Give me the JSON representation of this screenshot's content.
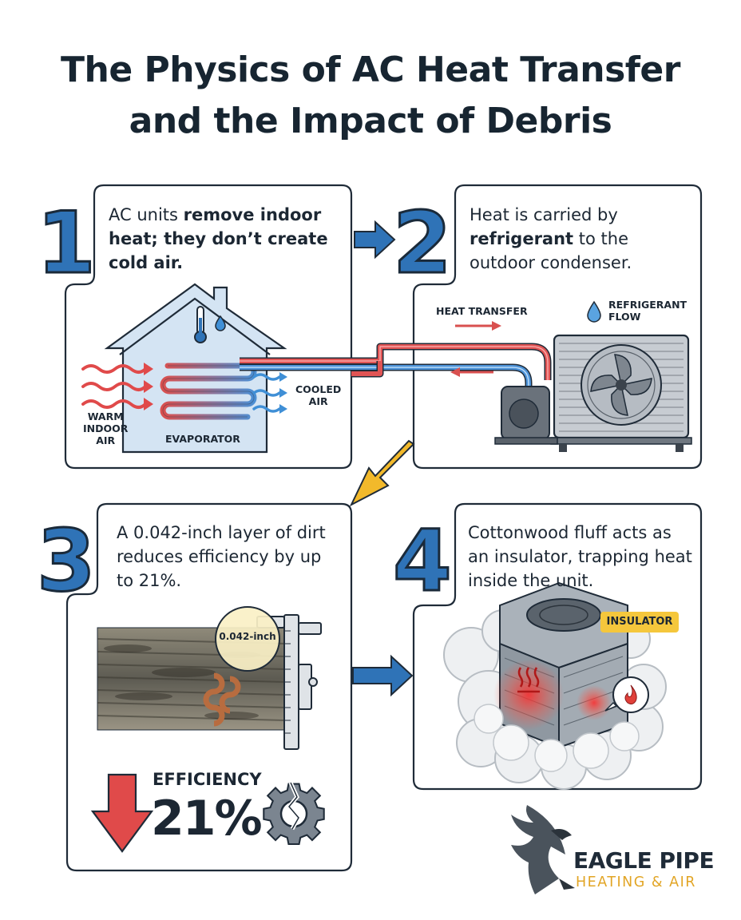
{
  "title": {
    "line1": "The Physics of AC Heat Transfer",
    "line2": "and the Impact of Debris"
  },
  "steps": [
    {
      "number": "1",
      "text_pre": "AC units ",
      "text_bold": "remove indoor heat; they don’t create cold air.",
      "text_post": ""
    },
    {
      "number": "2",
      "text_pre": "Heat is carried by ",
      "text_bold": "refrigerant",
      "text_post": " to the outdoor condenser."
    },
    {
      "number": "3",
      "text": "A 0.042-inch layer of dirt reduces efficiency by up to 21%."
    },
    {
      "number": "4",
      "text": "Cottonwood fluff acts as an insulator, trapping heat inside the unit."
    }
  ],
  "labels": {
    "warm_indoor_air": [
      "WARM",
      "INDOOR",
      "AIR"
    ],
    "evaporator": "EVAPORATOR",
    "cooled_air": [
      "COOLED",
      "AIR"
    ],
    "heat_transfer": "HEAT TRANSFER",
    "refrigerant_flow": [
      "REFRIGERANT",
      "FLOW"
    ],
    "measurement": "0.042-inch",
    "efficiency_label": "EFFICIENCY",
    "efficiency_value": "21%",
    "insulator": "INSULATOR"
  },
  "brand": {
    "name": "EAGLE PIPE",
    "tagline": "HEATING & AIR"
  },
  "colors": {
    "accent_blue": "#2f73b7",
    "warm_red": "#e04a4a",
    "cool_blue": "#3f8fd6",
    "arrow_yellow": "#f2b92b",
    "tag_yellow": "#f5c73c",
    "brand_gold": "#e2a525"
  },
  "icons": [
    "thermometer-icon",
    "water-drop-icon",
    "fan-icon",
    "down-arrow-icon",
    "broken-gear-icon",
    "fire-icon",
    "eagle-logo-icon"
  ]
}
